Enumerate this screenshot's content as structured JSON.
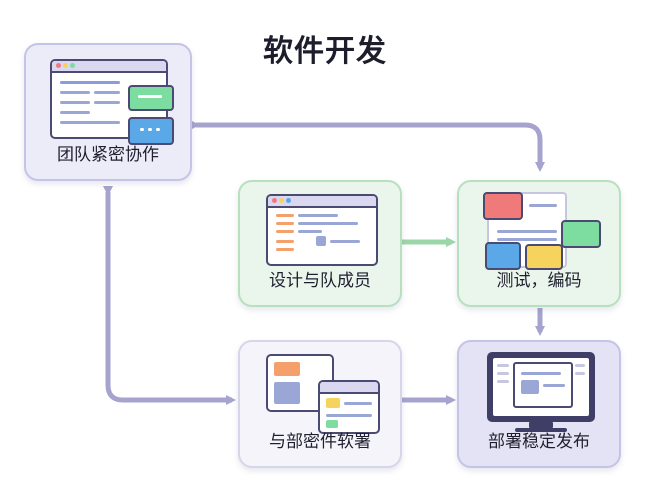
{
  "title": "软件开发",
  "nodes": {
    "team": {
      "label": "团队紧密协作"
    },
    "design": {
      "label": "设计与队成员"
    },
    "test": {
      "label": "测试，编码"
    },
    "component": {
      "label": "与部密件软署"
    },
    "deploy": {
      "label": "部署稳定发布"
    }
  },
  "colors": {
    "arrow": "#a6a4cf",
    "arrow_green": "#9bd6a8",
    "card_purple": "#ecebf8",
    "card_green": "#eaf6ec",
    "accent_blue": "#5aa8e8",
    "accent_green": "#7ddca0",
    "accent_red": "#f07a7a",
    "accent_yellow": "#f6d35c",
    "accent_orange": "#f5a06b"
  }
}
